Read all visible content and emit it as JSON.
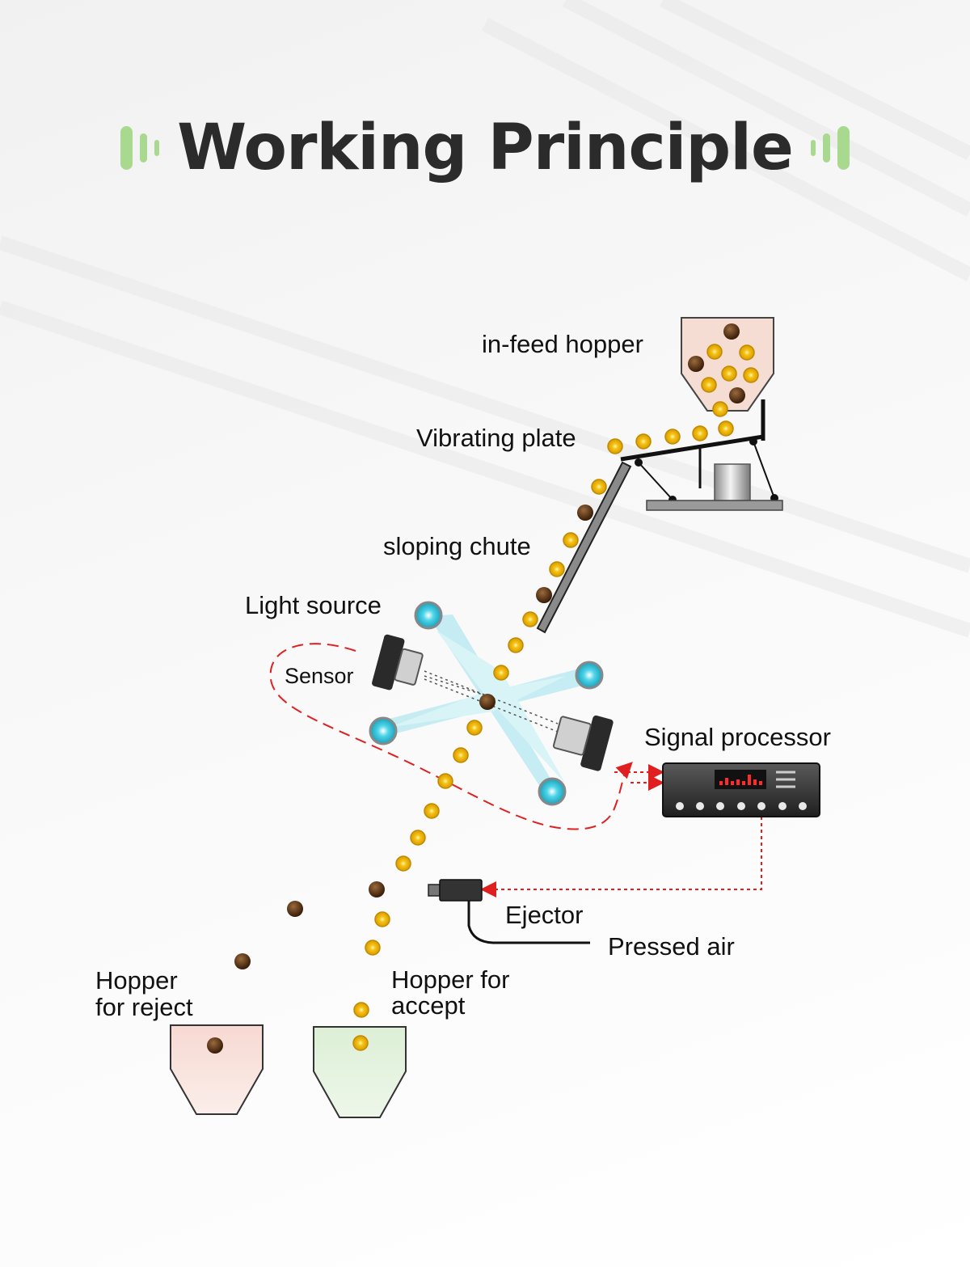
{
  "title": "Working Principle",
  "labels": {
    "in_feed_hopper": "in-feed hopper",
    "vibrating_plate": "Vibrating plate",
    "sloping_chute": "sloping chute",
    "light_source": "Light source",
    "sensor": "Sensor",
    "signal_processor": "Signal processor",
    "ejector": "Ejector",
    "pressed_air": "Pressed air",
    "hopper_reject_1": "Hopper",
    "hopper_reject_2": "for reject",
    "hopper_accept_1": "Hopper for",
    "hopper_accept_2": "accept"
  },
  "colors": {
    "accent": "#a9d98f",
    "good_bean": "#f5c518",
    "bad_bean": "#5a3315",
    "light_beam": "#5fd0e0",
    "signal_line": "#e02020"
  }
}
